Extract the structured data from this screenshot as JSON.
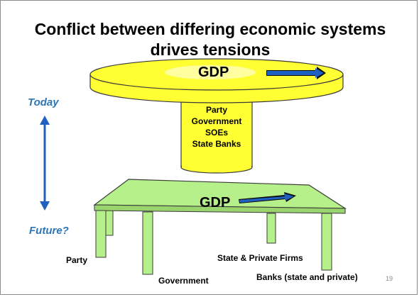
{
  "title": "Conflict between differing economic systems drives tensions",
  "labels": {
    "today": "Today",
    "future": "Future?",
    "gdp_top": "GDP",
    "gdp_bottom": "GDP",
    "pillar_items": [
      "Party",
      "Government",
      "SOEs",
      "State Banks"
    ],
    "leg_party": "Party",
    "leg_government": "Government",
    "leg_firms": "State & Private Firms",
    "leg_banks": "Banks (state and private)"
  },
  "page_number": "19",
  "colors": {
    "disc_yellow": "#ffff33",
    "table_green": "#b6f08a",
    "arrow_blue": "#1f5fbf",
    "label_blue": "#2e75b6",
    "outline": "#3a3a3a"
  }
}
